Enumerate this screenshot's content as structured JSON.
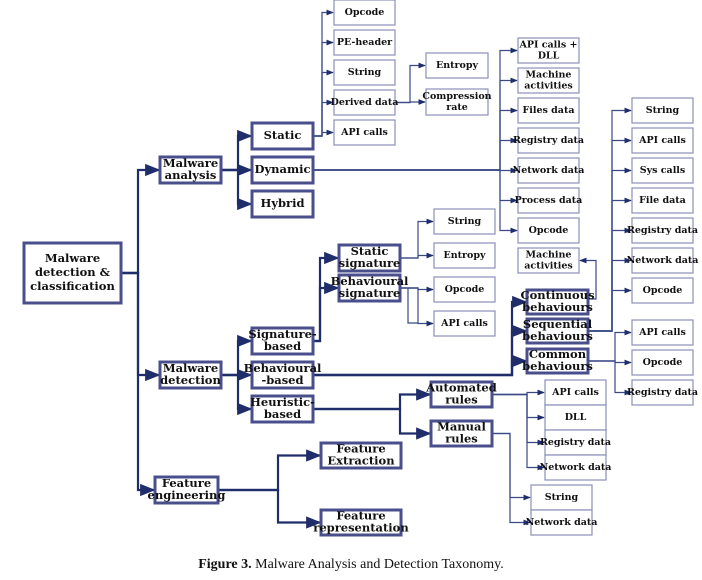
{
  "diagram": {
    "type": "taxonomy-tree",
    "root": "Malware detection & classification",
    "nodes": {
      "root": "Malware detection & classification",
      "analysis": "Malware analysis",
      "detection": "Malware detection",
      "feature_eng": "Feature engineering",
      "static": "Static",
      "dynamic": "Dynamic",
      "hybrid": "Hybrid",
      "s_opcode": "Opcode",
      "s_peheader": "PE-header",
      "s_string": "String",
      "s_derived": "Derived data",
      "s_apicalls": "API calls",
      "d_entropy": "Entropy",
      "d_compression": "Compression rate",
      "dy_apidll": "API calls + DLL",
      "dy_machine": "Machine activities",
      "dy_files": "Files data",
      "dy_registry": "Registry data",
      "dy_network": "Network data",
      "dy_process": "Process data",
      "dy_opcode": "Opcode",
      "sig_based": "Signature-based",
      "beh_based": "Behavioural -based",
      "heur_based": "Heuristic-based",
      "static_sig": "Static signature",
      "beh_sig": "Behavioural signature",
      "sig_string": "String",
      "sig_entropy": "Entropy",
      "sig_opcode": "Opcode",
      "sig_apicalls": "API calls",
      "cont_beh": "Continuous behaviours",
      "seq_beh": "Sequential behaviours",
      "common_beh": "Common behaviours",
      "cont_machine": "Machine activities",
      "seq_string": "String",
      "seq_apicalls": "API calls",
      "seq_syscalls": "Sys calls",
      "seq_file": "File data",
      "seq_registry": "Registry data",
      "seq_network": "Network data",
      "seq_opcode": "Opcode",
      "com_apicalls": "API calls",
      "com_opcode": "Opcode",
      "com_registry": "Registry data",
      "auto_rules": "Automated rules",
      "manual_rules": "Manual rules",
      "auto_apicalls": "API calls",
      "auto_dll": "DLL",
      "auto_registry": "Registry data",
      "auto_network": "Network data",
      "man_string": "String",
      "man_network": "Network data",
      "feat_extraction": "Feature Extraction",
      "feat_representation": "Feature representation"
    },
    "edges": [
      [
        "root",
        "analysis"
      ],
      [
        "root",
        "detection"
      ],
      [
        "root",
        "feature_eng"
      ],
      [
        "analysis",
        "static"
      ],
      [
        "analysis",
        "dynamic"
      ],
      [
        "analysis",
        "hybrid"
      ],
      [
        "static",
        "s_opcode"
      ],
      [
        "static",
        "s_peheader"
      ],
      [
        "static",
        "s_string"
      ],
      [
        "static",
        "s_derived"
      ],
      [
        "static",
        "s_apicalls"
      ],
      [
        "s_derived",
        "d_entropy"
      ],
      [
        "s_derived",
        "d_compression"
      ],
      [
        "dynamic",
        "dy_apidll"
      ],
      [
        "dynamic",
        "dy_machine"
      ],
      [
        "dynamic",
        "dy_files"
      ],
      [
        "dynamic",
        "dy_registry"
      ],
      [
        "dynamic",
        "dy_network"
      ],
      [
        "dynamic",
        "dy_process"
      ],
      [
        "dynamic",
        "dy_opcode"
      ],
      [
        "detection",
        "sig_based"
      ],
      [
        "detection",
        "beh_based"
      ],
      [
        "detection",
        "heur_based"
      ],
      [
        "sig_based",
        "static_sig"
      ],
      [
        "sig_based",
        "beh_sig"
      ],
      [
        "static_sig",
        "sig_string"
      ],
      [
        "static_sig",
        "sig_entropy"
      ],
      [
        "beh_sig",
        "sig_opcode"
      ],
      [
        "beh_sig",
        "sig_apicalls"
      ],
      [
        "beh_based",
        "cont_beh"
      ],
      [
        "beh_based",
        "seq_beh"
      ],
      [
        "beh_based",
        "common_beh"
      ],
      [
        "cont_beh",
        "cont_machine"
      ],
      [
        "seq_beh",
        "seq_string"
      ],
      [
        "seq_beh",
        "seq_apicalls"
      ],
      [
        "seq_beh",
        "seq_syscalls"
      ],
      [
        "seq_beh",
        "seq_file"
      ],
      [
        "seq_beh",
        "seq_registry"
      ],
      [
        "seq_beh",
        "seq_network"
      ],
      [
        "seq_beh",
        "seq_opcode"
      ],
      [
        "common_beh",
        "com_apicalls"
      ],
      [
        "common_beh",
        "com_opcode"
      ],
      [
        "common_beh",
        "com_registry"
      ],
      [
        "heur_based",
        "auto_rules"
      ],
      [
        "heur_based",
        "manual_rules"
      ],
      [
        "auto_rules",
        "auto_apicalls"
      ],
      [
        "auto_rules",
        "auto_dll"
      ],
      [
        "auto_rules",
        "auto_registry"
      ],
      [
        "auto_rules",
        "auto_network"
      ],
      [
        "manual_rules",
        "man_string"
      ],
      [
        "manual_rules",
        "man_network"
      ],
      [
        "feature_eng",
        "feat_extraction"
      ],
      [
        "feature_eng",
        "feat_representation"
      ]
    ]
  },
  "caption": {
    "label": "Figure 3.",
    "text": " Malware Analysis and Detection Taxonomy."
  },
  "colors": {
    "box_border_thick": "#4a4f8c",
    "box_border_thin": "#8a8fb8",
    "connector": "#1f2d6b"
  }
}
